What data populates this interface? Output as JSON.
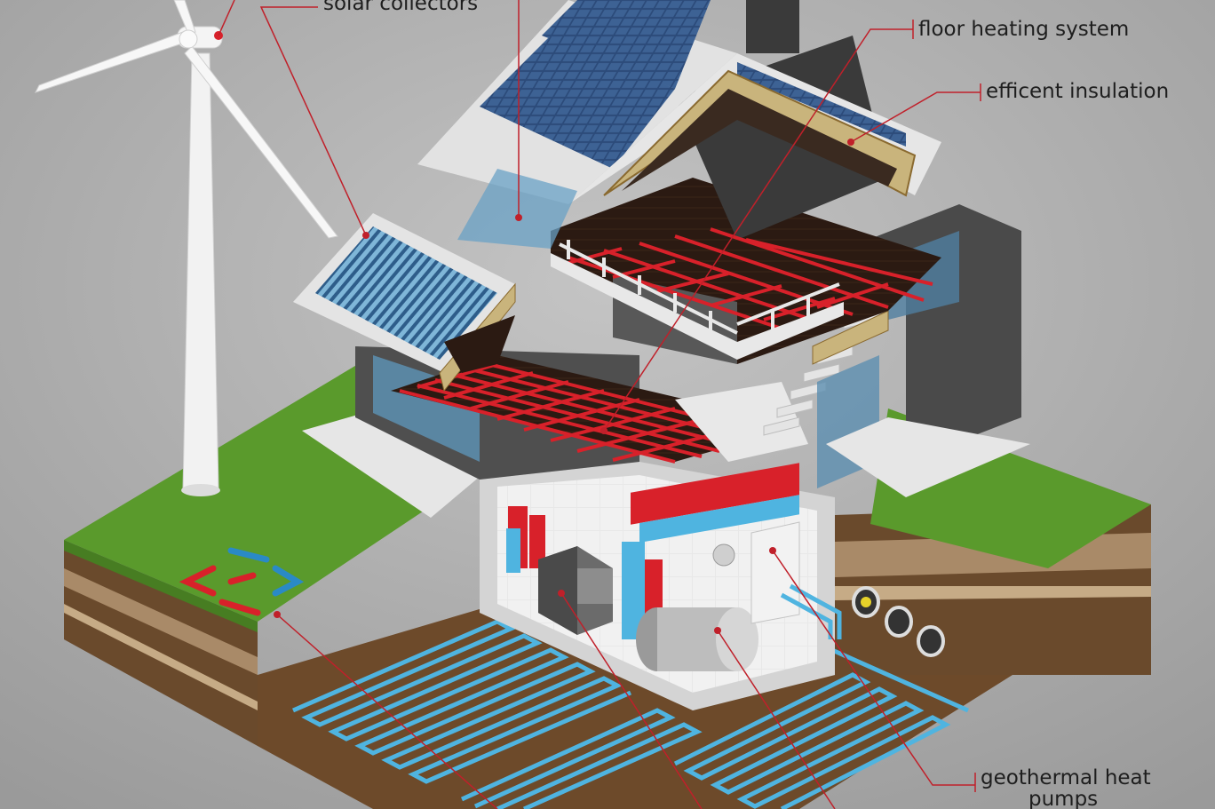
{
  "labels": {
    "solar_collectors": "solar collectors",
    "floor_heating": "floor heating system",
    "insulation": "efficent  insulation",
    "geothermal_line1": "geothermal heat",
    "geothermal_line2": "pumps"
  },
  "colors": {
    "background": "#a6a6a6",
    "callout_line": "#c0202a",
    "grass": "#5a9a2c",
    "soil_dark": "#6a4a2c",
    "soil_light": "#a98a68",
    "wall": "#dcdcdc",
    "interior_floor": "#2a1a12",
    "heating_pipe_red": "#d8212a",
    "geo_pipe_blue": "#4fb4e0",
    "panel_blue": "#2c4b7a",
    "insulation_fill": "#c9b47c"
  },
  "icons": [
    "wind-turbine-icon",
    "solar-panel-icon",
    "solar-collector-icon",
    "heat-pump-icon",
    "water-tank-icon",
    "stairs-icon",
    "ground-loop-icon"
  ]
}
